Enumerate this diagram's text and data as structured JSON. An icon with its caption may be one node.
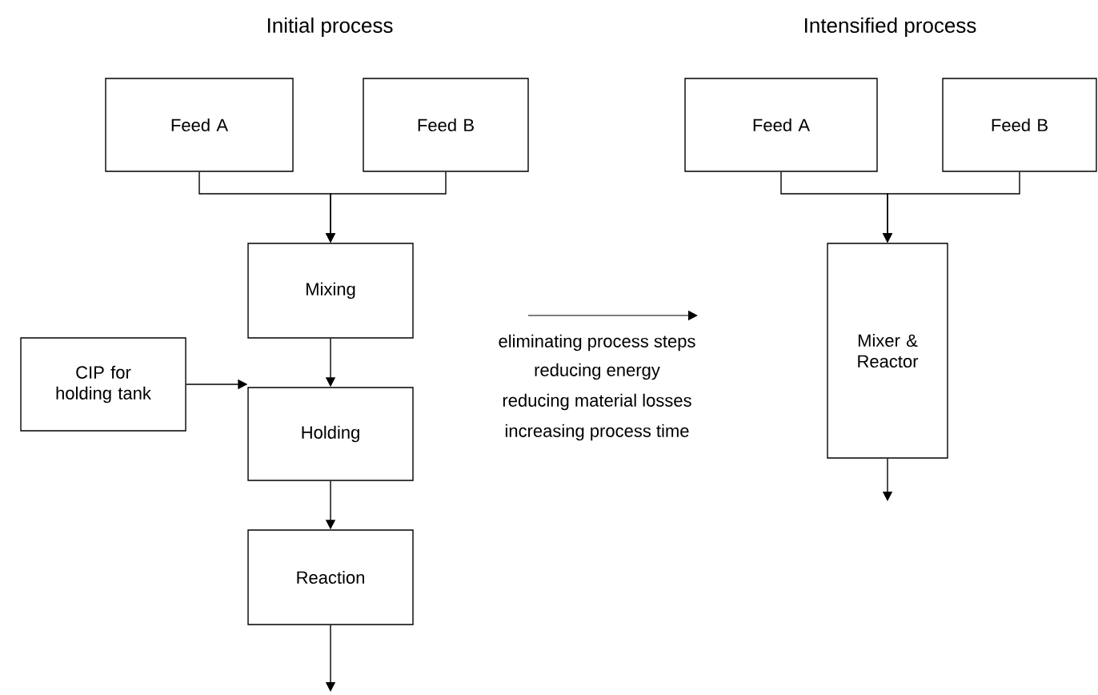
{
  "diagram": {
    "nodes": [
      {
        "text": [
          "Feed A"
        ]
      },
      {
        "text": [
          "Feed B"
        ]
      },
      {
        "text": [
          "Mixing"
        ]
      },
      {
        "text": [
          "CIP for holding tank"
        ]
      },
      {
        "text": [
          "Holding"
        ]
      },
      {
        "text": [
          "Reaction"
        ]
      },
      {
        "text": [
          "Feed A"
        ]
      },
      {
        "text": [
          "Feed B"
        ]
      },
      {
        "text": [
          "Mixer & Reactor"
        ]
      }
    ],
    "edges": [
      {
        "from": 0,
        "to": 2,
        "arrow": "to"
      },
      {
        "from": 1,
        "to": 2,
        "arrow": "to"
      },
      {
        "from": 2,
        "to": 4,
        "arrow": "to"
      },
      {
        "from": 3,
        "to": 4,
        "arrow": "to"
      },
      {
        "from": 4,
        "to": 5,
        "arrow": "to"
      },
      {
        "from": 5,
        "to": null,
        "arrow": "to"
      },
      {
        "from": 6,
        "to": 8,
        "arrow": "to"
      },
      {
        "from": 7,
        "to": 8,
        "arrow": "to"
      },
      {
        "from": 8,
        "to": null,
        "arrow": "to"
      }
    ],
    "labels": [
      "Initial process",
      "Intensified process",
      "eliminating process steps",
      "reducing energy",
      "reducing material losses",
      "increasing process time"
    ]
  }
}
